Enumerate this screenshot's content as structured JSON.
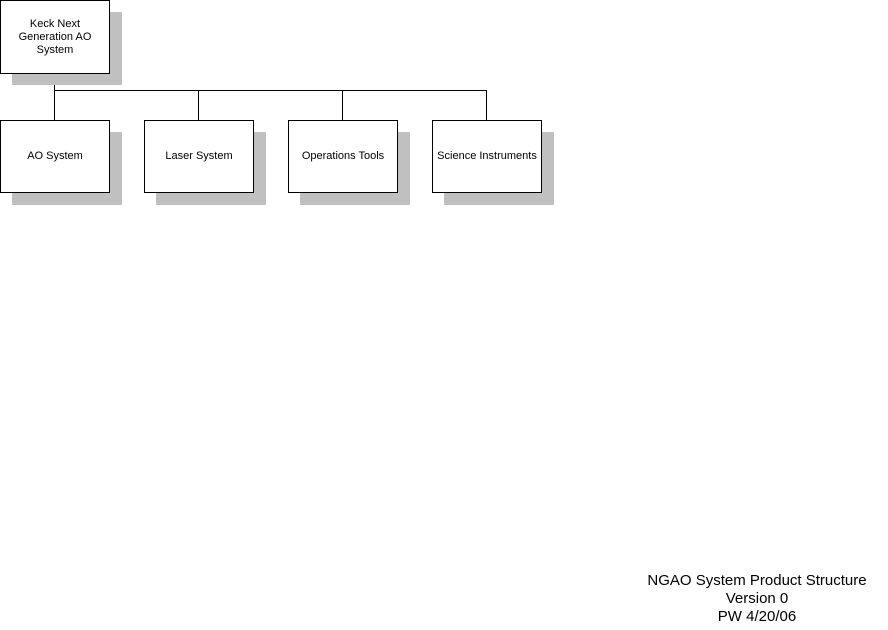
{
  "diagram": {
    "root": {
      "label": "Keck Next Generation AO System"
    },
    "children": [
      {
        "label": "AO System"
      },
      {
        "label": "Laser System"
      },
      {
        "label": "Operations Tools"
      },
      {
        "label": "Science Instruments"
      }
    ]
  },
  "caption": {
    "line1": "NGAO System Product Structure",
    "line2": "Version 0",
    "line3": "PW 4/20/06"
  },
  "colors": {
    "shadow": "#c0c0c0",
    "stroke": "#000000",
    "fill": "#ffffff"
  }
}
